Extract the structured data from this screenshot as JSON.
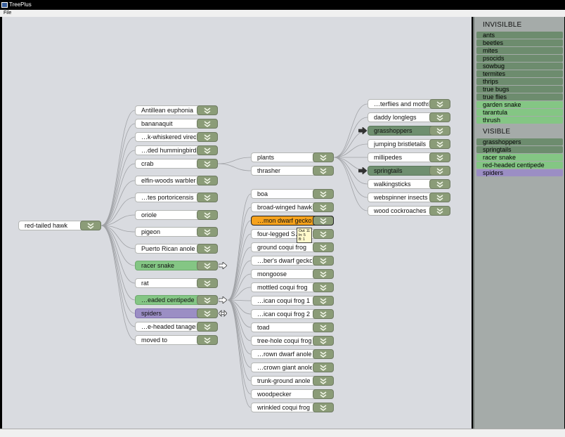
{
  "window": {
    "title": "TreePlus"
  },
  "menu": {
    "file": "File"
  },
  "root": {
    "label": "red-tailed hawk"
  },
  "level1": [
    {
      "label": "Antillean euphonia"
    },
    {
      "label": "bananaquit"
    },
    {
      "label": "…k-whiskered vireo"
    },
    {
      "label": "…ded hummingbird"
    },
    {
      "label": "crab"
    },
    {
      "label": "elfin-woods warbler"
    },
    {
      "label": "…tes portoricensis"
    },
    {
      "label": "oriole"
    },
    {
      "label": "pigeon"
    },
    {
      "label": "Puerto Rican anole"
    },
    {
      "label": "racer snake"
    },
    {
      "label": "rat"
    },
    {
      "label": "…eaded centipede"
    },
    {
      "label": "spiders"
    },
    {
      "label": "…e-headed tanager"
    },
    {
      "label": "moved to"
    }
  ],
  "crab_children": [
    {
      "label": "plants"
    },
    {
      "label": "thrasher"
    }
  ],
  "centipede_children": [
    {
      "label": "boa"
    },
    {
      "label": "broad-winged hawk"
    },
    {
      "label": "…mon dwarf gecko"
    },
    {
      "label": "four-legged S…"
    },
    {
      "label": "ground coqui frog"
    },
    {
      "label": "…ber's dwarf gecko"
    },
    {
      "label": "mongoose"
    },
    {
      "label": "mottled coqui frog"
    },
    {
      "label": "…ican coqui frog 1"
    },
    {
      "label": "…ican coqui frog 2"
    },
    {
      "label": "toad"
    },
    {
      "label": "tree-hole coqui frog"
    },
    {
      "label": "…rown dwarf anole"
    },
    {
      "label": "…crown giant anole"
    },
    {
      "label": "trunk-ground anole"
    },
    {
      "label": "woodpecker"
    },
    {
      "label": "wrinkled coqui frog"
    }
  ],
  "plants_children": [
    {
      "label": "…terflies and moths"
    },
    {
      "label": "daddy longlegs"
    },
    {
      "label": "grasshoppers"
    },
    {
      "label": "jumping bristletails"
    },
    {
      "label": "millipedes"
    },
    {
      "label": "springtails"
    },
    {
      "label": "walkingsticks"
    },
    {
      "label": "webspinner insects"
    },
    {
      "label": "wood cockroaches"
    }
  ],
  "tooltip": {
    "line1": "Out: 11",
    "line2": "In: 5",
    "line3": "B: 1"
  },
  "sidebar": {
    "invisible_title": "INVISILBLE",
    "invisible": [
      "ants",
      "beetles",
      "mites",
      "psocids",
      "sowbug",
      "termites",
      "thrips",
      "true bugs",
      "true flies",
      "garden snake",
      "tarantula",
      "thrush"
    ],
    "visible_title": "VISIBLE",
    "visible": [
      "grasshoppers",
      "springtails",
      "racer snake",
      "red-headed centipede",
      "spiders"
    ]
  },
  "colors": {
    "canvas": "#d9dbe0",
    "green": "#84c684",
    "dark_green": "#6d8c6e",
    "purple": "#9b8ec4",
    "orange": "#f6a21c",
    "button": "#8b9c78"
  },
  "icons": {
    "expand": "double-chevron-down-icon",
    "arrow": "right-arrow-icon",
    "bidirectional": "double-arrow-icon"
  }
}
